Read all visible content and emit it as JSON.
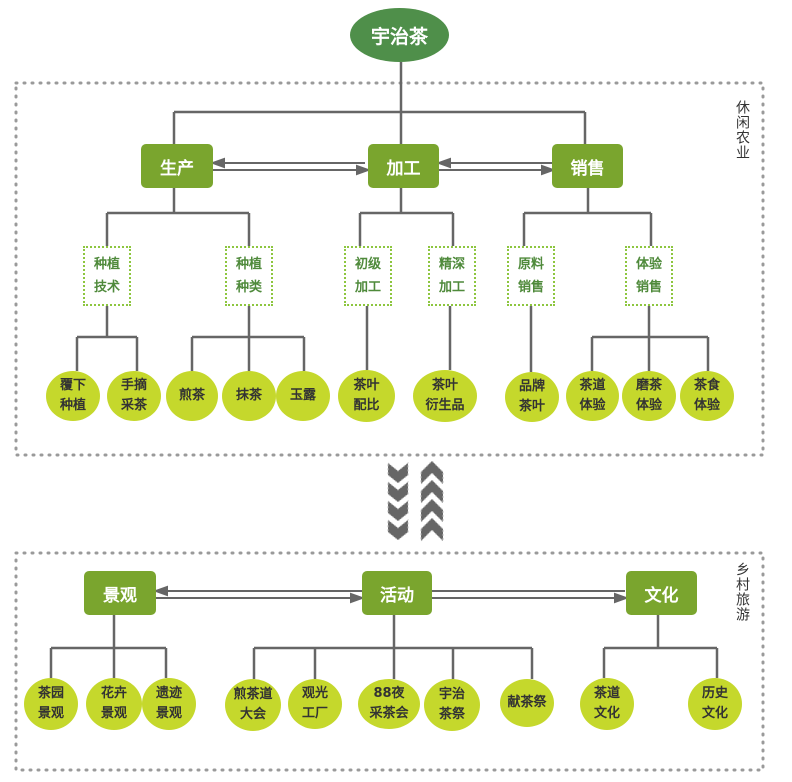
{
  "root": "宇治茶",
  "sections": {
    "top": {
      "label": "休闲农业",
      "nodes": [
        {
          "name": "生产",
          "subs": [
            {
              "lines": [
                "种植",
                "技术"
              ],
              "leaves": [
                [
                  "覆下",
                  "种植"
                ],
                [
                  "手摘",
                  "采茶"
                ]
              ]
            },
            {
              "lines": [
                "种植",
                "种类"
              ],
              "leaves": [
                [
                  "煎茶"
                ],
                [
                  "抹茶"
                ],
                [
                  "玉露"
                ]
              ]
            }
          ]
        },
        {
          "name": "加工",
          "subs": [
            {
              "lines": [
                "初级",
                "加工"
              ],
              "leaves": [
                [
                  "茶叶",
                  "配比"
                ]
              ]
            },
            {
              "lines": [
                "精深",
                "加工"
              ],
              "leaves": [
                [
                  "茶叶",
                  "衍生品"
                ]
              ]
            }
          ]
        },
        {
          "name": "销售",
          "subs": [
            {
              "lines": [
                "原料",
                "销售"
              ],
              "leaves": [
                [
                  "品牌",
                  "茶叶"
                ]
              ]
            },
            {
              "lines": [
                "体验",
                "销售"
              ],
              "leaves": [
                [
                  "茶道",
                  "体验"
                ],
                [
                  "磨茶",
                  "体验"
                ],
                [
                  "茶食",
                  "体验"
                ]
              ]
            }
          ]
        }
      ]
    },
    "bottom": {
      "label": "乡村旅游",
      "nodes": [
        {
          "name": "景观",
          "leaves": [
            [
              "茶园",
              "景观"
            ],
            [
              "花卉",
              "景观"
            ],
            [
              "遗迹",
              "景观"
            ]
          ]
        },
        {
          "name": "活动",
          "leaves": [
            [
              "煎茶道",
              "大会"
            ],
            [
              "观光",
              "工厂"
            ],
            [
              "88夜",
              "采茶会"
            ],
            [
              "宇治",
              "茶祭"
            ],
            [
              "献茶祭"
            ]
          ]
        },
        {
          "name": "文化",
          "leaves": [
            [
              "茶道",
              "文化"
            ],
            [
              "历史",
              "文化"
            ]
          ]
        }
      ]
    }
  },
  "colors": {
    "root": "#4f8f4a",
    "category": "#7aa52e",
    "leaf": "#c5d82c",
    "sub_border": "#8dc63f",
    "sub_text": "#4f8a3b",
    "connector": "#666666",
    "section_border": "#999999"
  }
}
